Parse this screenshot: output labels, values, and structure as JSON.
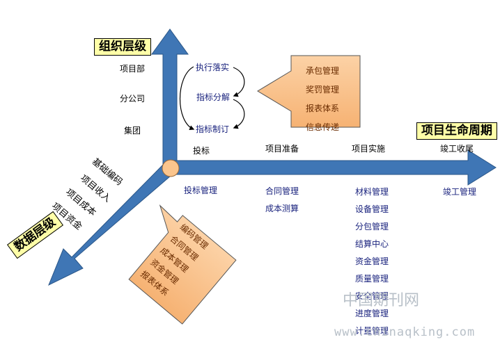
{
  "org_level": {
    "title": "组织层级",
    "items": [
      "项目部",
      "分公司",
      "集团"
    ]
  },
  "lifecycle": {
    "title": "项目生命周期",
    "stages": [
      "投标",
      "项目准备",
      "项目实施",
      "竣工收尾"
    ]
  },
  "data_level": {
    "title": "数据层级",
    "items": [
      "基础编码",
      "项目收入",
      "项目成本",
      "项目资金"
    ]
  },
  "cycle": {
    "items": [
      "执行落实",
      "指标分解",
      "指标制订"
    ]
  },
  "right_box": {
    "items": [
      "承包管理",
      "奖罚管理",
      "报表体系",
      "信息传递"
    ]
  },
  "left_box": {
    "items": [
      "编码管理",
      "合同管理",
      "成本管理",
      "资金管理",
      "报表体系"
    ]
  },
  "under_axis": {
    "bid": [
      "投标管理"
    ],
    "prep": [
      "合同管理",
      "成本测算"
    ],
    "impl": [
      "材料管理",
      "设备管理",
      "分包管理",
      "结算中心",
      "资金管理",
      "质量管理",
      "安全管理",
      "进度管理",
      "计量管理"
    ],
    "close": [
      "竣工管理"
    ]
  },
  "watermark": {
    "cn": "中国期刊网",
    "url": "www.chinaqking.com"
  },
  "colors": {
    "arrow_fill": "#3f76b5",
    "arrow_stroke": "#2a5688",
    "box_fill": "#fbc58d",
    "title_fill": "#ffffa8",
    "circle_fill": "#fbc58d"
  }
}
